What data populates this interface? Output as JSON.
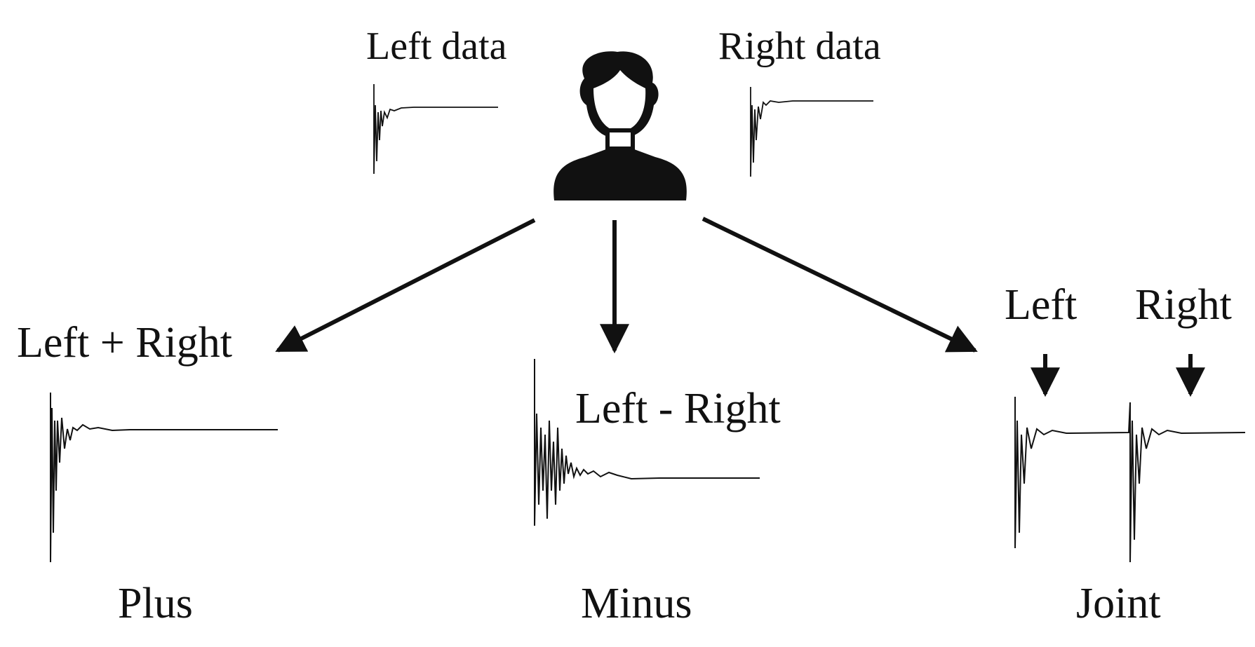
{
  "labels": {
    "left_data": "Left data",
    "right_data": "Right data",
    "plus_formula": "Left + Right",
    "minus_formula": "Left - Right",
    "joint_left": "Left",
    "joint_right": "Right",
    "plus": "Plus",
    "minus": "Minus",
    "joint": "Joint"
  },
  "icons": {
    "person": "user-silhouette-icon"
  },
  "colors": {
    "ink": "#111111",
    "background": "#ffffff"
  }
}
